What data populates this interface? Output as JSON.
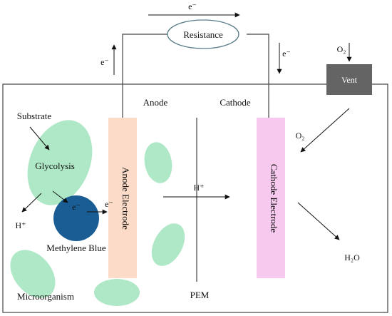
{
  "diagram": {
    "current": {
      "electron_top": "e⁻",
      "electron_left": "e⁻",
      "electron_right": "e⁻",
      "resistance": "Resistance"
    },
    "vent": {
      "label": "Vent",
      "oxygen_in": "O₂"
    },
    "chamber": {
      "anode_label": "Anode",
      "cathode_label": "Cathode",
      "anode_electrode": "Anode Electrode",
      "cathode_electrode": "Cathode Electrode",
      "membrane": "PEM",
      "proton_transfer": "H⁺"
    },
    "anode_side": {
      "substrate": "Substrate",
      "glycolysis": "Glycolysis",
      "proton": "H⁺",
      "mediator_electron": "e⁻",
      "electrode_electron": "e⁻",
      "mediator": "Methylene Blue",
      "microorganism": "Microorganism"
    },
    "cathode_side": {
      "oxygen": "O₂",
      "water": "H₂O"
    },
    "colors": {
      "microbe": "#aee8c6",
      "mediator": "#1a5d94",
      "anode_electrode": "#fcdcc8",
      "cathode_electrode": "#f7c9ef",
      "vent": "#646464"
    }
  }
}
